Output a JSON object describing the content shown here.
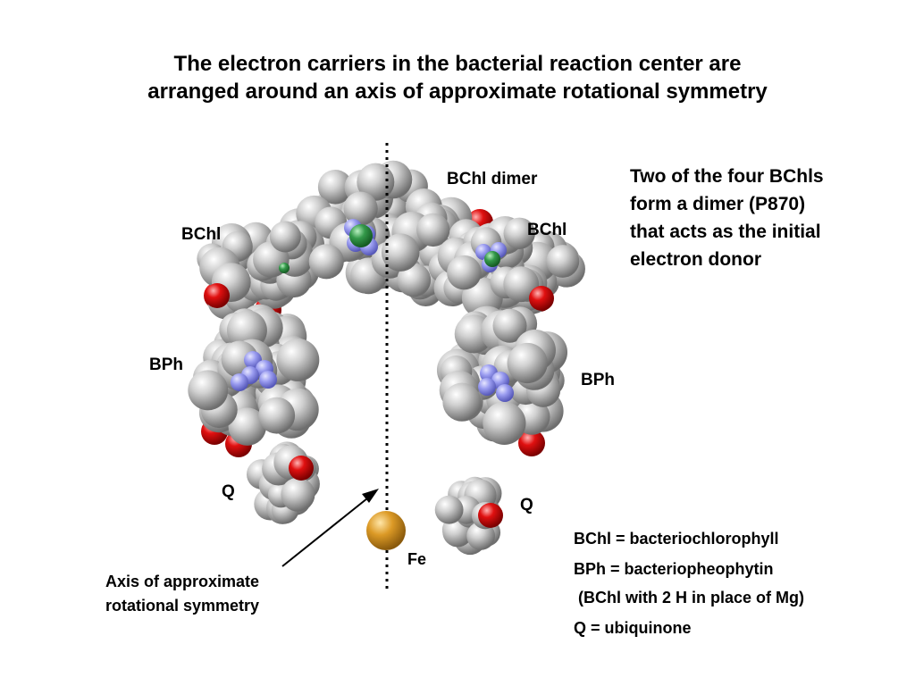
{
  "title": {
    "line1": "The electron carriers in the bacterial reaction center are",
    "line2": "arranged around an axis of approximate rotational symmetry"
  },
  "labels": {
    "bchl_dimer": "BChl dimer",
    "bchl_left": "BChl",
    "bchl_right": "BChl",
    "bph_left": "BPh",
    "bph_right": "BPh",
    "q_left": "Q",
    "q_right": "Q",
    "fe": "Fe"
  },
  "axis_caption": {
    "line1": "Axis of approximate",
    "line2": "rotational symmetry"
  },
  "note": {
    "line1": "Two of the four BChls",
    "line2": "form a dimer (P870)",
    "line3": "that acts as the initial",
    "line4": "electron donor"
  },
  "key": {
    "bchl": "BChl = bacteriochlorophyll",
    "bph": "BPh = bacteriopheophytin",
    "bph_note": "(BChl with 2 H in place of Mg)",
    "q": "Q = ubiquinone"
  },
  "colors": {
    "carbon": "#a9a9a9",
    "oxygen": "#d80000",
    "nitrogen": "#8f90e6",
    "magnesium": "#2f8a3f",
    "iron": "#d49121"
  }
}
